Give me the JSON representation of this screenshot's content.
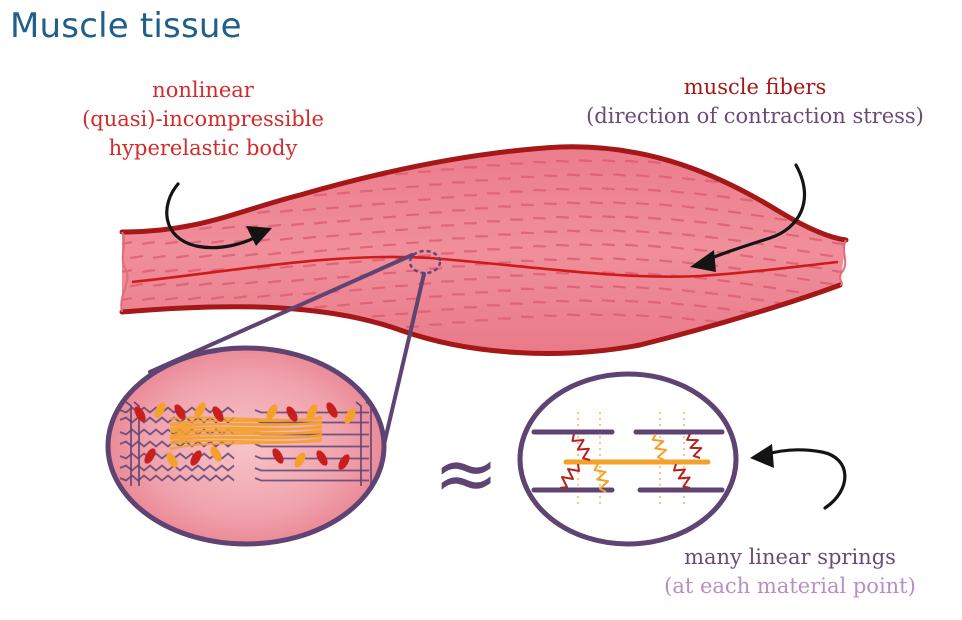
{
  "title": "Muscle tissue",
  "labels": {
    "body_line1": "nonlinear",
    "body_line2": "(quasi)-incompressible",
    "body_line3": "hyperelastic body",
    "fibers_line1": "muscle fibers",
    "fibers_line2": "(direction of contraction stress)",
    "springs_line1": "many linear springs",
    "springs_line2": "(at each material point)"
  },
  "symbols": {
    "approx": "≈"
  },
  "colors": {
    "title": "#1f5f8b",
    "muscle_fill": "#ef8593",
    "muscle_outline": "#a51818",
    "fiber_line": "#d01a1a",
    "zoom_outline": "#5e4373",
    "actin": "#f4a12a",
    "myosin": "#c81e1e",
    "label_red": "#d42a2a",
    "label_purple": "#6b4a7a",
    "label_purple_light": "#b98fc2"
  }
}
